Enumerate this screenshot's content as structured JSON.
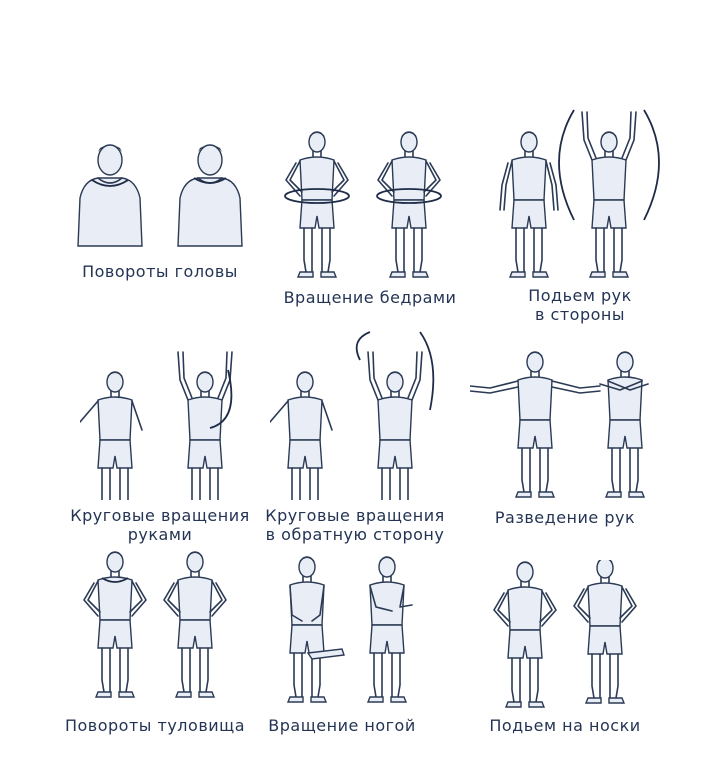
{
  "exercises": [
    {
      "label": "Повороты головы"
    },
    {
      "label": "Вращение бедрами"
    },
    {
      "label_line1": "Подьем рук",
      "label_line2": "в стороны"
    },
    {
      "label_line1": "Круговые вращения",
      "label_line2": "руками"
    },
    {
      "label_line1": "Круговые вращения",
      "label_line2": "в обратную сторону"
    },
    {
      "label": "Разведение рук"
    },
    {
      "label": "Повороты туловища"
    },
    {
      "label": "Вращение ногой"
    },
    {
      "label": "Подьем на носки"
    }
  ],
  "colors": {
    "ink": "#2b3a55",
    "background": "#ffffff"
  }
}
